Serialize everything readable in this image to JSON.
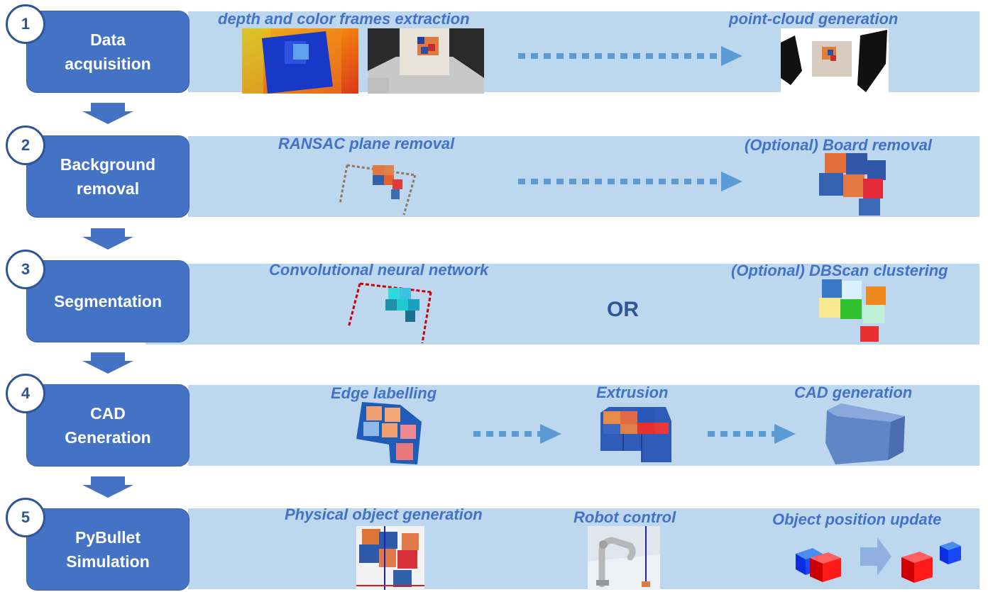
{
  "steps": [
    {
      "number": "1",
      "line1": "Data",
      "line2": "acquisition"
    },
    {
      "number": "2",
      "line1": "Background",
      "line2": "removal"
    },
    {
      "number": "3",
      "line1": "Segmentation",
      "line2": ""
    },
    {
      "number": "4",
      "line1": "CAD",
      "line2": "Generation"
    },
    {
      "number": "5",
      "line1": "PyBullet",
      "line2": "Simulation"
    }
  ],
  "labels": {
    "depth_color": "depth and color frames extraction",
    "point_cloud": "point-cloud generation",
    "ransac": "RANSAC plane removal",
    "board_removal": "(Optional)  Board removal",
    "cnn": "Convolutional neural network",
    "dbscan": "(Optional) DBScan clustering",
    "or": "OR",
    "edge_labelling": "Edge labelling",
    "extrusion": "Extrusion",
    "cad_generation": "CAD generation",
    "physical_object": "Physical object generation",
    "robot_control": "Robot control",
    "object_position": "Object position update"
  },
  "colors": {
    "band": "#bdd7ee",
    "step_box": "#4472c4",
    "label_text": "#4472c4",
    "arrow": "#5b9bd5",
    "down_arrow": "#4472c4"
  }
}
